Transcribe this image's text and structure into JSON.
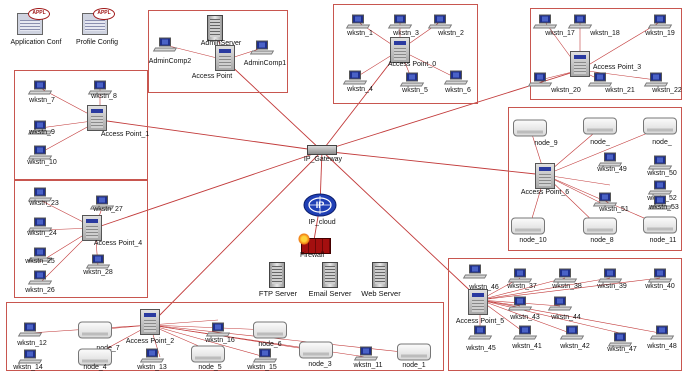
{
  "colors": {
    "link": "#c23b3b",
    "group_border": "#c8564f",
    "cloud": "#1f3fb5"
  },
  "config": {
    "application_config": {
      "label": "Application Conf",
      "badge": "APPL"
    },
    "profile_config": {
      "label": "Profile Config",
      "badge": "APPL"
    }
  },
  "admin": {
    "server": "AdminServer",
    "comp2": "AdminComp2",
    "comp1": "AdminComp1",
    "ap": "Access Point"
  },
  "top": {
    "wkstn_1": "wkstn_1",
    "wkstn_3": "wkstn_3",
    "wkstn_2": "wkstn_2",
    "ap": "Access Point_0",
    "wkstn_4": "wkstn_4",
    "wkstn_5": "wkstn_5",
    "wkstn_6": "wkstn_6"
  },
  "topright": {
    "wkstn_17": "wkstn_17",
    "wkstn_18": "wkstn_18",
    "wkstn_19": "wkstn_19",
    "ap": "Access Point_3",
    "wkstn_20": "wkstn_20",
    "wkstn_21": "wkstn_21",
    "wkstn_22": "wkstn_22"
  },
  "left1": {
    "wkstn_7": "wkstn_7",
    "wkstn_8": "wkstn_8",
    "wkstn_9": "wkstn_9",
    "ap": "Access Point_1",
    "wkstn_10": "wkstn_10"
  },
  "left4": {
    "wkstn_23": "wkstn_23",
    "wkstn_27": "wkstn_27",
    "wkstn_24": "wkstn_24",
    "ap": "Access Point_4",
    "wkstn_25": "wkstn_25",
    "wkstn_28": "wkstn_28",
    "wkstn_26": "wkstn_26"
  },
  "center": {
    "gateway": "IP_Gateway",
    "cloud": "IP_cloud",
    "cloud_glyph": "IP",
    "firewall": "Firewall",
    "ftp": "FTP Server",
    "email": "Email Server",
    "web": "Web Server"
  },
  "right6": {
    "node_9": "node_9",
    "node_a": "node_",
    "node_b": "node_",
    "ap": "Access Point_6",
    "w49": "wkstn_49",
    "w50": "wkstn_50",
    "w51": "wkstn_51",
    "w52": "wkstn_52",
    "w53": "wkstn_53",
    "node_10": "node_10",
    "node_8": "node_8",
    "node_11": "node_11"
  },
  "br": {
    "w46": "wkstn_46",
    "w37": "wkstn_37",
    "w38": "wkstn_38",
    "w39": "wkstn_39",
    "w40": "wkstn_40",
    "ap": "Access Point_5",
    "w43": "wkstn_43",
    "w44": "wkstn_44",
    "w45": "wkstn_45",
    "w41": "wkstn_41",
    "w42": "wkstn_42",
    "w47": "wkstn_47",
    "w48": "wkstn_48"
  },
  "bottom": {
    "w12": "wkstn_12",
    "ap": "Access Point_2",
    "w16": "wkstn_16",
    "node_6": "node_6",
    "node_7": "node_7",
    "w14": "wkstn_14",
    "node_4": "node_4",
    "w13": "wkstn_13",
    "node_5": "node_5",
    "w15": "wkstn_15",
    "node_3": "node_3",
    "w11": "wkstn_11",
    "node_1": "node_1"
  }
}
